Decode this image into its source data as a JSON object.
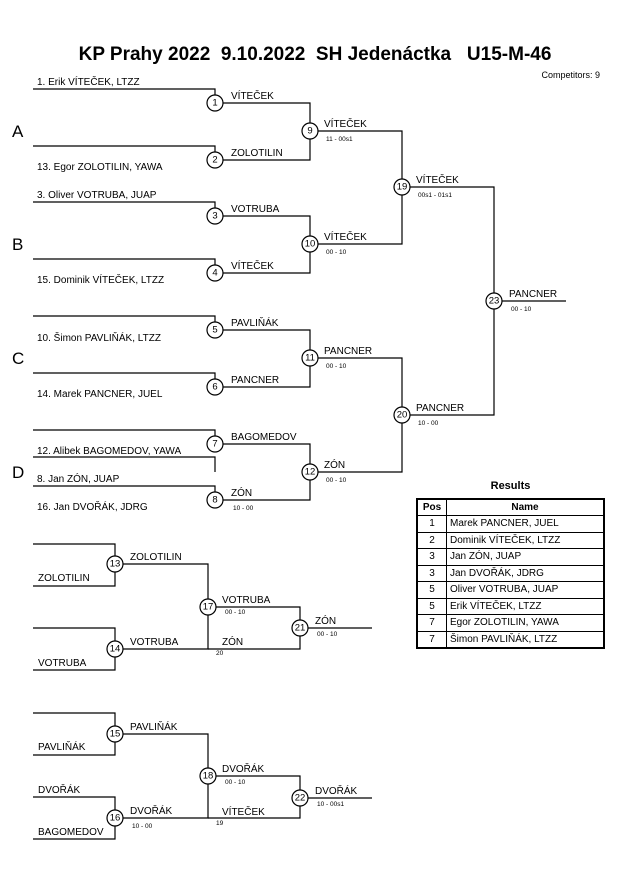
{
  "title": "KP Prahy 2022  9.10.2022  SH Jedenáctka   U15-M-46",
  "competitors": "Competitors: 9",
  "groups": [
    "A",
    "B",
    "C",
    "D"
  ],
  "seed_lines": [
    "1. Erik VÍTEČEK, LTZZ",
    "13. Egor ZOLOTILIN, YAWA",
    "3. Oliver VOTRUBA, JUAP",
    "15. Dominik VÍTEČEK, LTZZ",
    "10. Šimon PAVLIŇÁK, LTZZ",
    "14. Marek PANCNER, JUEL",
    "12. Alibek BAGOMEDOV, YAWA",
    "8. Jan ZÓN, JUAP",
    "16. Jan DVOŘÁK, JDRG"
  ],
  "winner_labels": [
    "VÍTEČEK",
    "ZOLOTILIN",
    "VOTRUBA",
    "VÍTEČEK",
    "PAVLIŇÁK",
    "PANCNER",
    "BAGOMEDOV",
    "ZÓN",
    "VÍTEČEK",
    "VÍTEČEK",
    "PANCNER",
    "ZÓN",
    "VÍTEČEK",
    "PANCNER",
    "PANCNER"
  ],
  "scores": [
    "10 - 00",
    "11 - 00s1",
    "00 - 10",
    "00 - 10",
    "00 - 10",
    "00s1 - 01s1",
    "10 - 00",
    "00 - 10"
  ],
  "match_numbers": [
    "1",
    "2",
    "3",
    "4",
    "5",
    "6",
    "7",
    "8",
    "9",
    "10",
    "11",
    "12",
    "19",
    "20",
    "23",
    "13",
    "14",
    "17",
    "21",
    "15",
    "16",
    "18",
    "22"
  ],
  "repechage": {
    "entries": [
      "ZOLOTILIN",
      "VOTRUBA",
      "PAVLIŇÁK",
      "DVOŘÁK",
      "BAGOMEDOV"
    ],
    "winner_labels": [
      "ZOLOTILIN",
      "VOTRUBA",
      "VOTRUBA",
      "ZÓN",
      "ZÓN",
      "PAVLIŇÁK",
      "DVOŘÁK",
      "DVOŘÁK",
      "VÍTEČEK",
      "DVOŘÁK"
    ],
    "scores": [
      "00 - 10",
      "00 - 10",
      "10 - 00",
      "00 - 10",
      "10 - 00s1"
    ],
    "subs": [
      "20",
      "19"
    ]
  },
  "results": {
    "title": "Results",
    "headers": [
      "Pos",
      "Name"
    ],
    "rows": [
      {
        "pos": "1",
        "name": "Marek PANCNER, JUEL"
      },
      {
        "pos": "2",
        "name": "Dominik VÍTEČEK, LTZZ"
      },
      {
        "pos": "3",
        "name": "Jan ZÓN, JUAP"
      },
      {
        "pos": "3",
        "name": "Jan DVOŘÁK, JDRG"
      },
      {
        "pos": "5",
        "name": "Oliver VOTRUBA, JUAP"
      },
      {
        "pos": "5",
        "name": "Erik VÍTEČEK, LTZZ"
      },
      {
        "pos": "7",
        "name": "Egor ZOLOTILIN, YAWA"
      },
      {
        "pos": "7",
        "name": "Šimon PAVLIŇÁK, LTZZ"
      }
    ]
  }
}
